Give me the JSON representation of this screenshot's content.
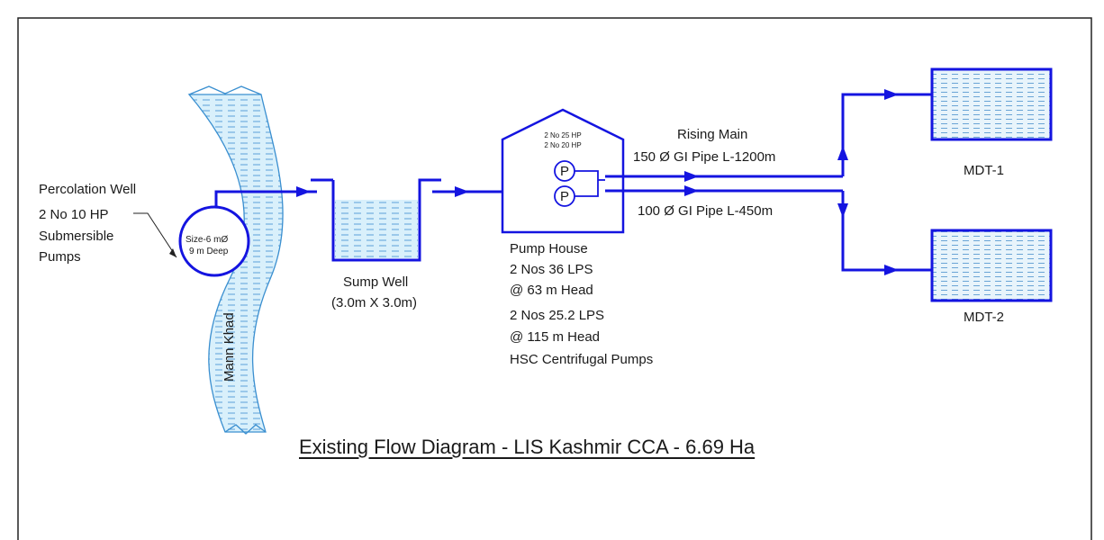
{
  "diagram": {
    "title": "Existing Flow Diagram - LIS Kashmir CCA - 6.69 Ha",
    "colors": {
      "line": "#1414e0",
      "water_fill": "#d9f0fb",
      "dash": "#5a9fd8",
      "frame": "#222222"
    },
    "stream": {
      "name": "Mann Khad"
    },
    "percolation_well": {
      "title": "Percolation Well",
      "pumps_line1": "2 No 10 HP",
      "pumps_line2": "Submersible",
      "pumps_line3": "Pumps",
      "size_line1": "Size-6 mØ",
      "size_line2": "9 m Deep"
    },
    "sump_well": {
      "name": "Sump Well",
      "size": "(3.0m X 3.0m)"
    },
    "pump_house": {
      "hp_line1": "2 No 25 HP",
      "hp_line2": "2 No 20 HP",
      "pump_symbol": "P",
      "name": "Pump House",
      "spec1": "2 Nos 36 LPS",
      "spec2": "@ 63 m Head",
      "spec3": "2 Nos 25.2 LPS",
      "spec4": "@ 115 m Head",
      "spec5": "HSC Centrifugal Pumps"
    },
    "rising_main": {
      "title": "Rising Main",
      "pipe1": "150 Ø GI Pipe L-1200m",
      "pipe2": "100 Ø GI Pipe L-450m"
    },
    "tanks": [
      {
        "name": "MDT-1"
      },
      {
        "name": "MDT-2"
      }
    ]
  }
}
